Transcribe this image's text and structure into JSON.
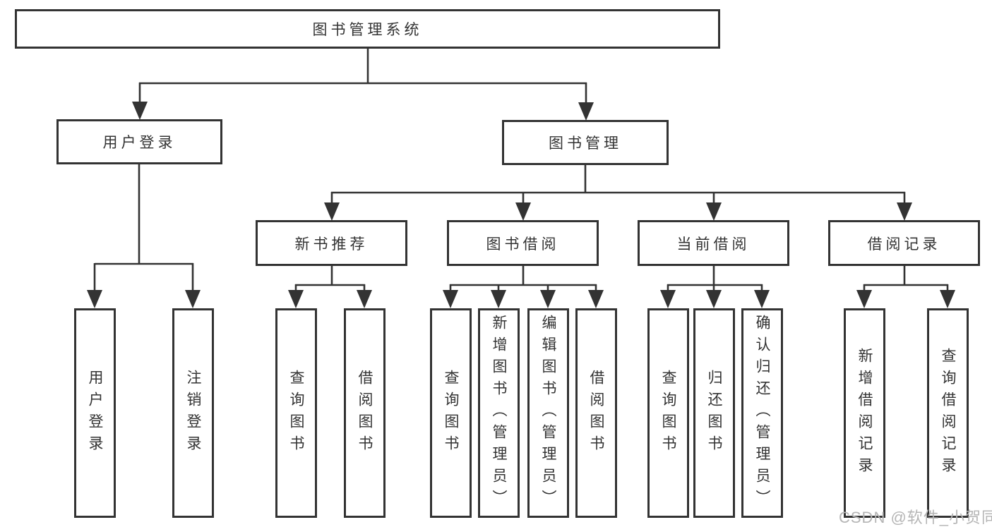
{
  "diagram": {
    "type": "hierarchy-tree",
    "tree": {
      "root": {
        "label": "图书管理系统"
      },
      "branches": [
        {
          "label": "用户登录",
          "children": [
            "用户登录",
            "注销登录"
          ]
        },
        {
          "label": "图书管理",
          "groups": [
            {
              "label": "新书推荐",
              "children": [
                "查询图书",
                "借阅图书"
              ]
            },
            {
              "label": "图书借阅",
              "children": [
                "查询图书",
                "新增图书（管理员）",
                "编辑图书（管理员）",
                "借阅图书"
              ]
            },
            {
              "label": "当前借阅",
              "children": [
                "查询图书",
                "归还图书",
                "确认归还（管理员）"
              ]
            },
            {
              "label": "借阅记录",
              "children": [
                "新增借阅记录",
                "查询借阅记录"
              ]
            }
          ]
        }
      ]
    },
    "colors": {
      "line": "#333333",
      "box_border": "#333333",
      "box_fill": "#ffffff",
      "text": "#333333",
      "background": "#ffffff",
      "watermark": "#b5b5b5"
    }
  },
  "watermark": {
    "text": "CSDN @软件_小贺同学"
  }
}
